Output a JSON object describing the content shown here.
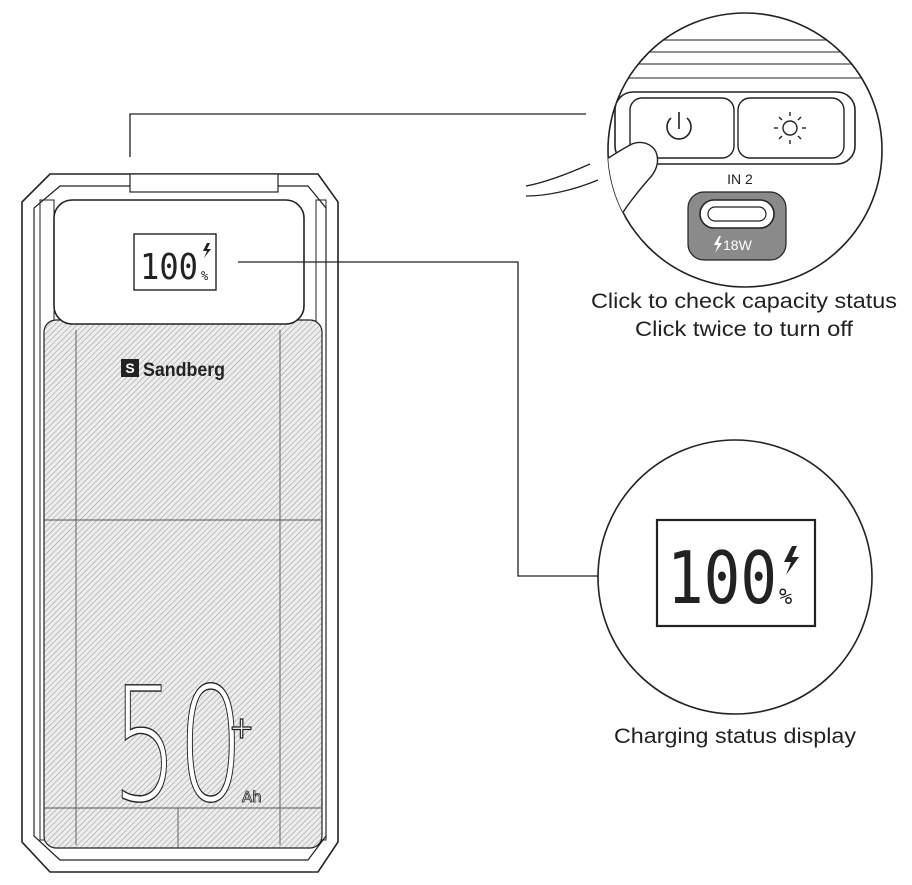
{
  "device": {
    "lcd_value": "100",
    "lcd_unit": "%",
    "brand": "Sandberg",
    "capacity_value": "50",
    "capacity_plus": "+",
    "capacity_unit": "Ah"
  },
  "button_callout": {
    "port_label": "IN 2",
    "port_power": "18W",
    "caption_line1": "Click to check capacity status",
    "caption_line2": "Click twice to turn off"
  },
  "display_callout": {
    "lcd_value": "100",
    "lcd_unit": "%",
    "caption": "Charging status display"
  },
  "icons": [
    "power-icon",
    "light-icon",
    "lightning-icon",
    "usb-c-port-icon",
    "finger-icon",
    "sandberg-logo-icon"
  ],
  "colors": {
    "line": "#222222",
    "body_fill": "#dcdcdc",
    "port_badge": "#8a8a8a"
  }
}
